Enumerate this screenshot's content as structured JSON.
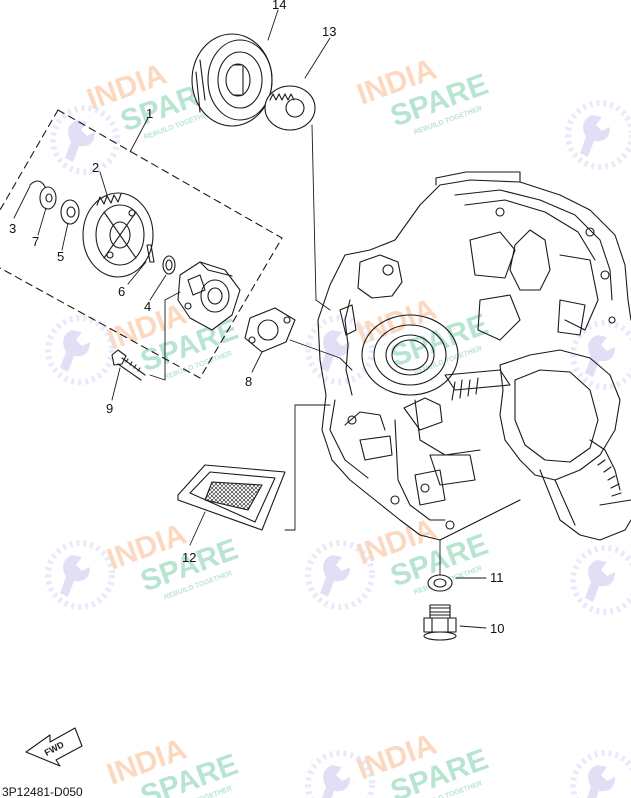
{
  "diagram": {
    "drawing_code": "3P12481-D050",
    "fwd_label": "FWD",
    "callouts": [
      "1",
      "2",
      "3",
      "4",
      "5",
      "6",
      "7",
      "8",
      "9",
      "10",
      "11",
      "12",
      "13",
      "14"
    ]
  },
  "watermark": {
    "brand_top": "INDIA",
    "brand_bottom": "SPARE",
    "tagline": "REBUILD TOGETHER",
    "colors": {
      "india": "#f7b98a",
      "spare": "#7fcfae",
      "icon": "#b9b8ea"
    }
  },
  "colors": {
    "line": "#1a1a1a",
    "background": "#ffffff"
  }
}
